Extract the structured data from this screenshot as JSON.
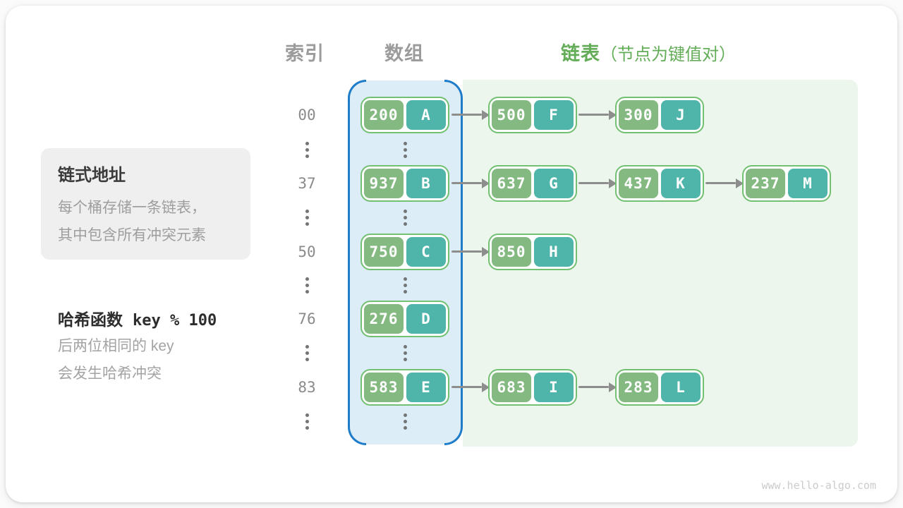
{
  "headers": {
    "index": "索引",
    "array": "数组",
    "list": "链表",
    "list_note": "（节点为键值对）"
  },
  "sidebar": {
    "box_title": "链式地址",
    "box_line1": "每个桶存储一条链表，",
    "box_line2": "其中包含所有冲突元素",
    "hash_label": "哈希函数",
    "hash_formula": "key % 100",
    "hash_line1": "后两位相同的 key",
    "hash_line2": "会发生哈希冲突"
  },
  "rows": [
    {
      "index": "00",
      "bucket": {
        "key": "200",
        "value": "A"
      },
      "chain": [
        {
          "key": "500",
          "value": "F"
        },
        {
          "key": "300",
          "value": "J"
        }
      ]
    },
    {
      "index": "37",
      "bucket": {
        "key": "937",
        "value": "B"
      },
      "chain": [
        {
          "key": "637",
          "value": "G"
        },
        {
          "key": "437",
          "value": "K"
        },
        {
          "key": "237",
          "value": "M"
        }
      ]
    },
    {
      "index": "50",
      "bucket": {
        "key": "750",
        "value": "C"
      },
      "chain": [
        {
          "key": "850",
          "value": "H"
        }
      ]
    },
    {
      "index": "76",
      "bucket": {
        "key": "276",
        "value": "D"
      },
      "chain": []
    },
    {
      "index": "83",
      "bucket": {
        "key": "583",
        "value": "E"
      },
      "chain": [
        {
          "key": "683",
          "value": "I"
        },
        {
          "key": "283",
          "value": "L"
        }
      ]
    }
  ],
  "watermark": "www.hello-algo.com",
  "colors": {
    "node_key_fill": "#84ba81",
    "node_value_fill": "#4fb4a9",
    "node_border": "#72c071",
    "array_fill": "#ddedf8",
    "array_border": "#1e7cc9",
    "list_fill": "#edf6ec",
    "list_header_green": "#64ad58",
    "arrow_gray": "#8d8d8d"
  }
}
